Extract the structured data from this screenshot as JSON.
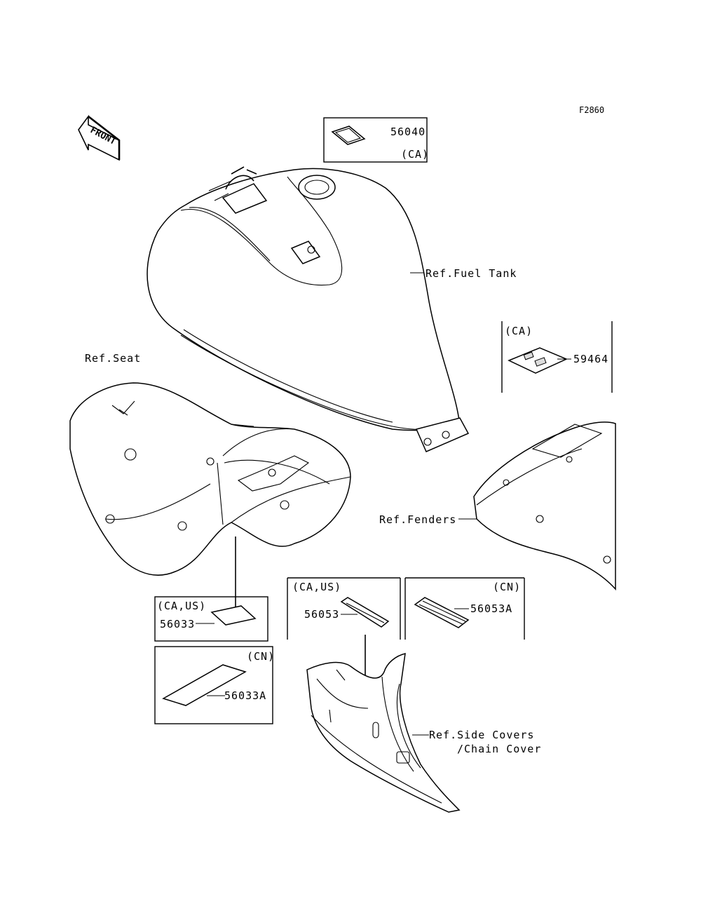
{
  "figure_id": "F2860",
  "front_indicator": "FRONT",
  "labels": {
    "part_56040": "56040",
    "region_56040": "(CA)",
    "ref_fuel_tank": "Ref.Fuel Tank",
    "region_59464": "(CA)",
    "part_59464": "59464",
    "ref_seat": "Ref.Seat",
    "ref_fenders": "Ref.Fenders",
    "region_56033": "(CA,US)",
    "part_56033": "56033",
    "region_56033a": "(CN)",
    "part_56033a": "56033A",
    "region_56053": "(CA,US)",
    "part_56053": "56053",
    "region_56053a": "(CN)",
    "part_56053a": "56053A",
    "ref_side_covers": "Ref.Side Covers",
    "ref_chain_cover": "/Chain Cover"
  }
}
